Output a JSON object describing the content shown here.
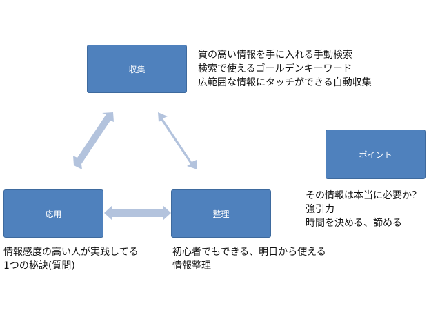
{
  "boxes": {
    "collect": "収集",
    "organize": "整理",
    "apply": "応用",
    "point": "ポイント"
  },
  "notes": {
    "collect": [
      "質の高い情報を手に入れる手動検索",
      "検索で使えるゴールデンキーワード",
      "広範囲な情報にタッチができる自動収集"
    ],
    "point": [
      "その情報は本当に必要か？",
      "強引力",
      "時間を決める、諦める"
    ],
    "apply": [
      "情報感度の高い人が実践してる",
      "1つの秘訣(質問)"
    ],
    "organize": [
      "初心者でもできる、明日から使える",
      "情報整理"
    ]
  },
  "colors": {
    "box": "#4f81bd",
    "arrow": "#b3c3dd"
  }
}
